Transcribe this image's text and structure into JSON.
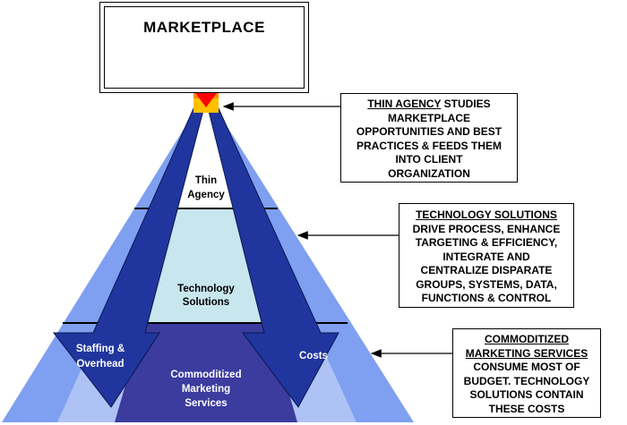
{
  "title": "MARKETPLACE",
  "pyramid": {
    "layers": [
      {
        "id": "thin_agency",
        "lines": [
          "Thin",
          "Agency"
        ],
        "color": "#ffffff"
      },
      {
        "id": "technology",
        "lines": [
          "Technology",
          "Solutions"
        ],
        "color": "#c8e6ee"
      },
      {
        "id": "commoditized",
        "lines": [
          "Commoditized",
          "Marketing",
          "Services"
        ],
        "color": "#3b3c9e"
      }
    ],
    "left_arrow_label": [
      "Staffing &",
      "Overhead"
    ],
    "right_arrow_label": [
      "Costs"
    ]
  },
  "callouts": [
    {
      "id": "thin_agency",
      "heading": "THIN AGENCY",
      "first_rest": " STUDIES",
      "lines": [
        "MARKETPLACE",
        "OPPORTUNITIES AND BEST",
        "PRACTICES & FEEDS THEM",
        "INTO CLIENT",
        "ORGANIZATION"
      ]
    },
    {
      "id": "technology",
      "heading": "TECHNOLOGY SOLUTIONS",
      "first_rest": "",
      "lines": [
        "DRIVE PROCESS, ENHANCE",
        "TARGETING & EFFICIENCY,",
        "INTEGRATE AND",
        "CENTRALIZE DISPARATE",
        "GROUPS, SYSTEMS, DATA,",
        "FUNCTIONS & CONTROL"
      ]
    },
    {
      "id": "commoditized",
      "heading": "COMMODITIZED",
      "heading2": "MARKETING SERVICES",
      "first_rest": "",
      "lines": [
        "CONSUME MOST OF",
        "BUDGET.  TECHNOLOGY",
        "SOLUTIONS CONTAIN",
        "THESE COSTS"
      ]
    }
  ],
  "colors": {
    "pyramid_outer": "#7f9ff0",
    "pyramid_mid": "#aec2f5",
    "arrow_fill": "#20369e",
    "up_arrow_red": "#ff0000",
    "up_arrow_orange": "#ff8c00",
    "up_arrow_yellow": "#ffc000"
  }
}
